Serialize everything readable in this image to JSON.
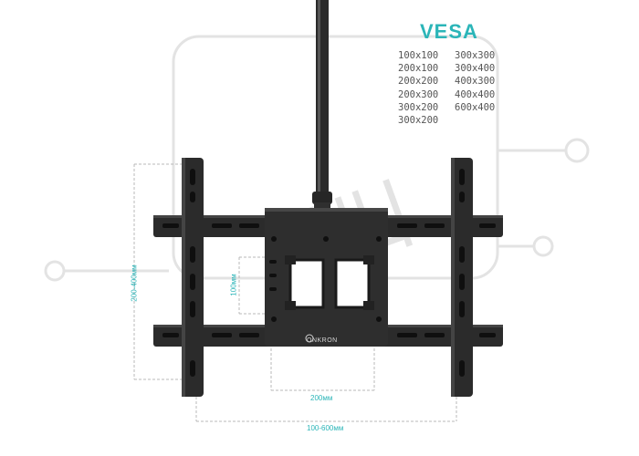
{
  "vesa": {
    "title": "VESA",
    "col1": [
      "100x100",
      "200x100",
      "200x200",
      "200x300",
      "300x200",
      "300x200"
    ],
    "col2": [
      "300x300",
      "300x400",
      "400x300",
      "400x400",
      "600x400"
    ]
  },
  "dimensions": {
    "height_range": "200-400мм",
    "inner_height": "100мм",
    "inner_width": "200мм",
    "width_range": "100-600мм"
  },
  "brand": "ONKRON",
  "watermark": "КНЦ",
  "colors": {
    "accent": "#2bb5b8",
    "mount": "#2b2b2b",
    "dim_line": "#b5b5b5",
    "watermark": "#e2e2e2"
  }
}
